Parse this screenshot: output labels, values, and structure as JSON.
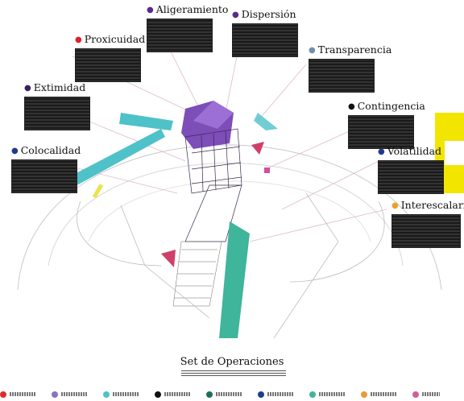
{
  "diagram": {
    "title": "Set de Operaciones",
    "concepts": [
      {
        "name": "Aligeramiento",
        "color": "#5b2a86"
      },
      {
        "name": "Dispersión",
        "color": "#5b2a86"
      },
      {
        "name": "Proxicuidad",
        "color": "#e0202a"
      },
      {
        "name": "Transparencia",
        "color": "#6f8fb0"
      },
      {
        "name": "Extimidad",
        "color": "#3a1e5e"
      },
      {
        "name": "Contingencia",
        "color": "#111111"
      },
      {
        "name": "Colocalidad",
        "color": "#1f3a8a"
      },
      {
        "name": "Volatilidad",
        "color": "#1f3a8a"
      },
      {
        "name": "Interescalaridad",
        "color": "#e8a32a"
      }
    ],
    "legend": [
      {
        "color": "#e02b2b"
      },
      {
        "color": "#8a6fc7"
      },
      {
        "color": "#4fc1c9"
      },
      {
        "color": "#111111"
      },
      {
        "color": "#1d6e5a"
      },
      {
        "color": "#1e3f8f"
      },
      {
        "color": "#3fb59b"
      },
      {
        "color": "#e89a3c"
      },
      {
        "color": "#cf5f9a"
      }
    ]
  }
}
